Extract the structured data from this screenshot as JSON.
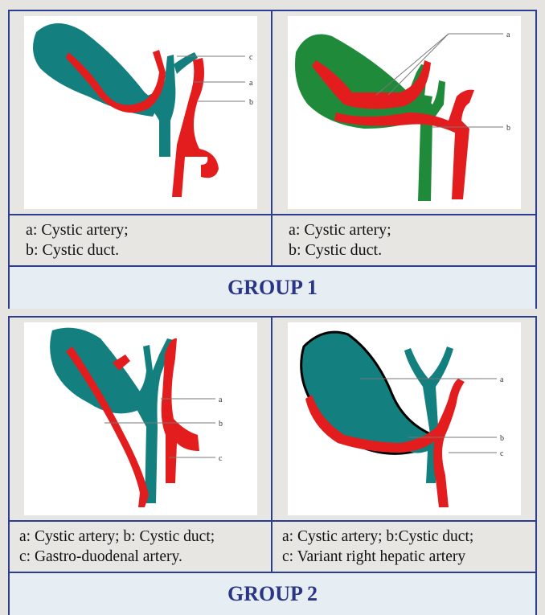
{
  "groups": [
    {
      "label": "GROUP 1",
      "panels": [
        {
          "caption_lines": [
            "a: Cystic artery;",
            "b: Cystic duct."
          ],
          "markers": [
            "c",
            "a",
            "b"
          ],
          "duct_color": "#137f7f"
        },
        {
          "caption_lines": [
            "a: Cystic artery;",
            "b: Cystic duct."
          ],
          "markers": [
            "a",
            "b"
          ],
          "duct_color": "#1f8a3a"
        }
      ]
    },
    {
      "label": "GROUP 2",
      "panels": [
        {
          "caption_lines": [
            "a: Cystic artery; b: Cystic duct;",
            "c: Gastro-duodenal artery."
          ],
          "markers": [
            "a",
            "b",
            "c"
          ],
          "duct_color": "#137f7f"
        },
        {
          "caption_lines": [
            "a: Cystic artery; b:Cystic duct;",
            "c: Variant right hepatic artery"
          ],
          "markers": [
            "a",
            "b",
            "c"
          ],
          "duct_color": "#137f7f"
        }
      ]
    }
  ],
  "colors": {
    "artery": "#e31d1d",
    "border": "#2c3f8f",
    "band_text": "#2b3585"
  }
}
